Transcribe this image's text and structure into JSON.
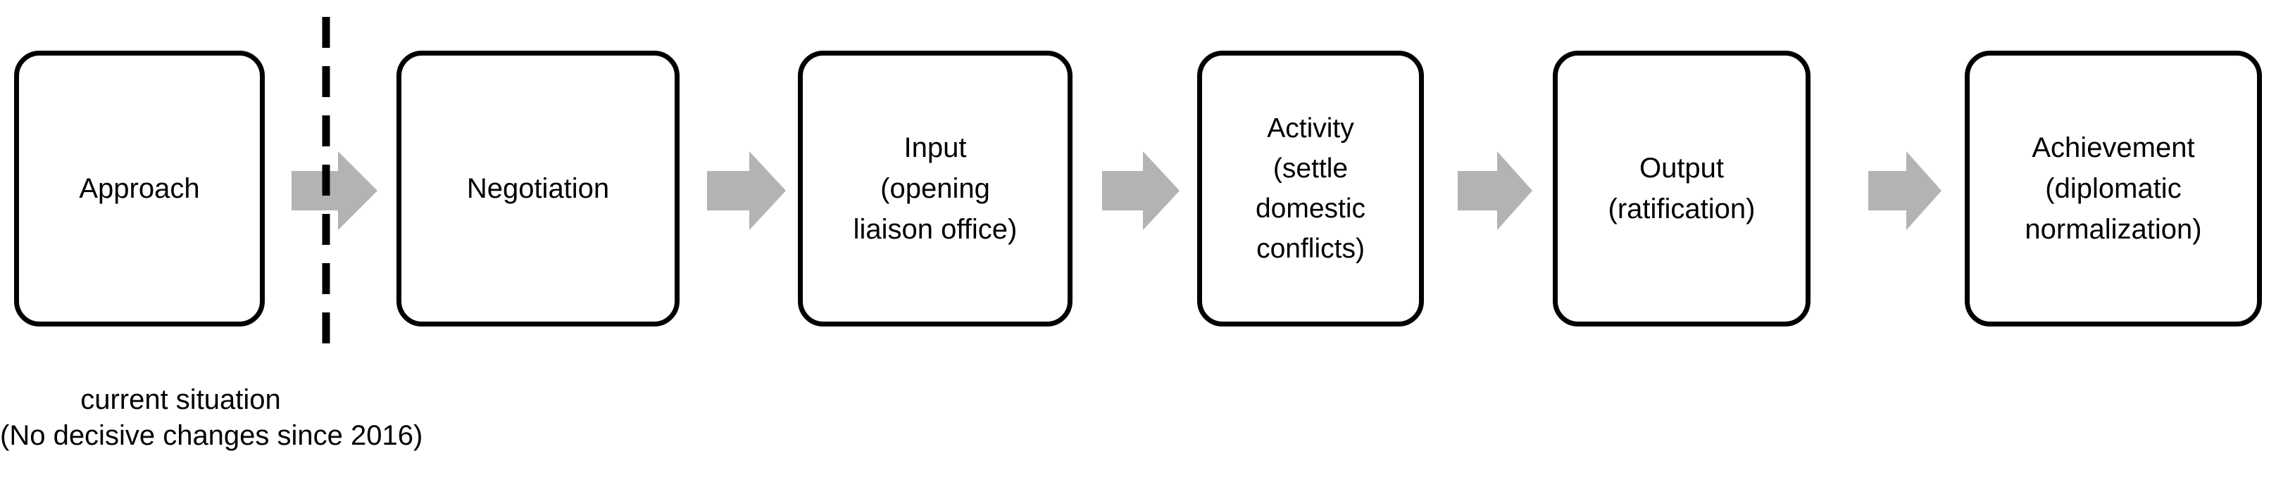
{
  "diagram": {
    "title_visible": false,
    "background_color": "#ffffff",
    "box_border_color": "#000000",
    "arrow_color": "#b3b3b3",
    "divider_color": "#000000",
    "text_color": "#000000",
    "nodes": [
      {
        "id": "approach",
        "lines": [
          "Approach"
        ]
      },
      {
        "id": "negotiation",
        "lines": [
          "Negotiation"
        ]
      },
      {
        "id": "input",
        "lines": [
          "Input",
          "(opening",
          "liaison office)"
        ]
      },
      {
        "id": "activity",
        "lines": [
          "Activity",
          "(settle",
          "domestic",
          "conflicts)"
        ]
      },
      {
        "id": "output",
        "lines": [
          "Output",
          "(ratification)"
        ]
      },
      {
        "id": "achievement",
        "lines": [
          "Achievement",
          "(diplomatic",
          "normalization)"
        ]
      }
    ],
    "connectors": [
      {
        "id": "arrow-approach-to-negotiation",
        "from": "approach",
        "to": "negotiation"
      },
      {
        "id": "arrow-negotiation-to-input",
        "from": "negotiation",
        "to": "input"
      },
      {
        "id": "arrow-input-to-activity",
        "from": "input",
        "to": "activity"
      },
      {
        "id": "arrow-activity-to-output",
        "from": "activity",
        "to": "output"
      },
      {
        "id": "arrow-output-to-achievement",
        "from": "output",
        "to": "achievement"
      }
    ],
    "divider": {
      "id": "current-situation-divider",
      "style": "dashed-vertical"
    },
    "caption": {
      "line1": "current situation",
      "line2": "(No decisive changes since 2016)"
    }
  }
}
